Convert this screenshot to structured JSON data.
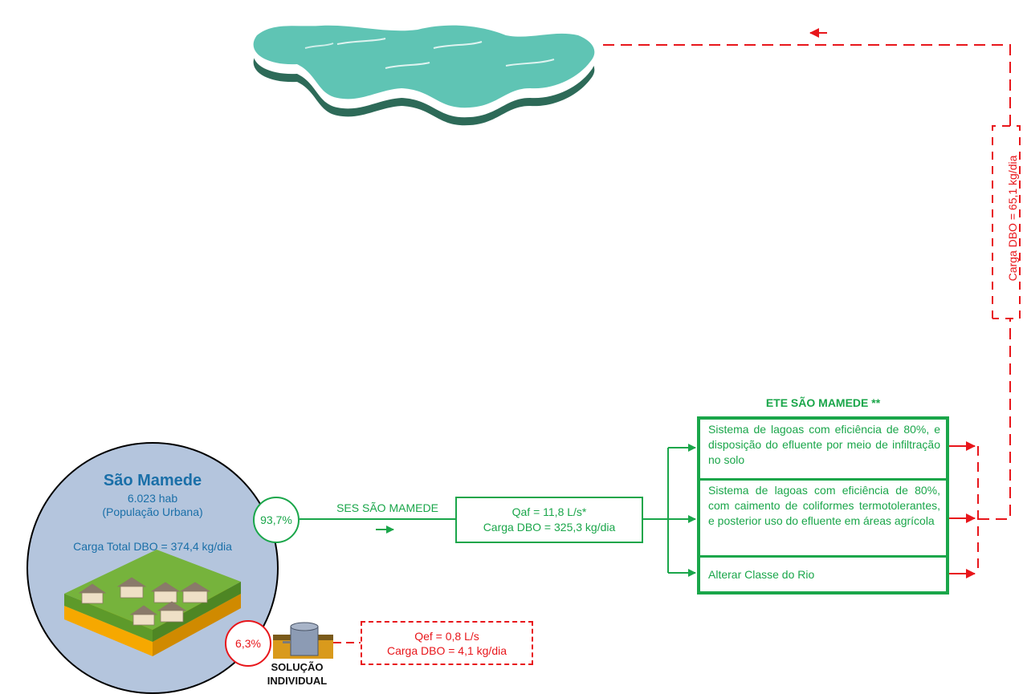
{
  "city": {
    "name": "São Mamede",
    "population": "6.023 hab",
    "population_type": "(População Urbana)",
    "total_load": "Carga Total DBO = 374,4 kg/dia"
  },
  "collection": {
    "percent": "93,7%",
    "system_label": "SES SÃO MAMEDE",
    "flow": "Qaf = 11,8 L/s*",
    "load": "Carga DBO = 325,3 kg/dia"
  },
  "individual": {
    "percent": "6,3%",
    "label_line1": "SOLUÇÃO",
    "label_line2": "INDIVIDUAL",
    "flow": "Qef = 0,8 L/s",
    "load": "Carga DBO = 4,1 kg/dia"
  },
  "ete": {
    "title": "ETE SÃO MAMEDE **",
    "options": [
      "Sistema de lagoas com eficiência de 80%, e disposição do efluente por meio de infiltração no solo",
      "Sistema de lagoas com eficiência de 80%, com caimento de coliformes termotolerantes, e posterior uso do efluente em áreas agrícola",
      "Alterar Classe do Rio"
    ]
  },
  "discharge": {
    "load": "Carga DBO = 65,1 kg/dia"
  },
  "colors": {
    "green": "#1aa64a",
    "red": "#e8161b",
    "blue_text": "#1a6fa8",
    "city_fill": "#b4c5dd",
    "lake": "#5fc4b4"
  },
  "icons": [
    "lake-icon",
    "houses-icon",
    "septic-tank-icon",
    "arrow-icon"
  ]
}
